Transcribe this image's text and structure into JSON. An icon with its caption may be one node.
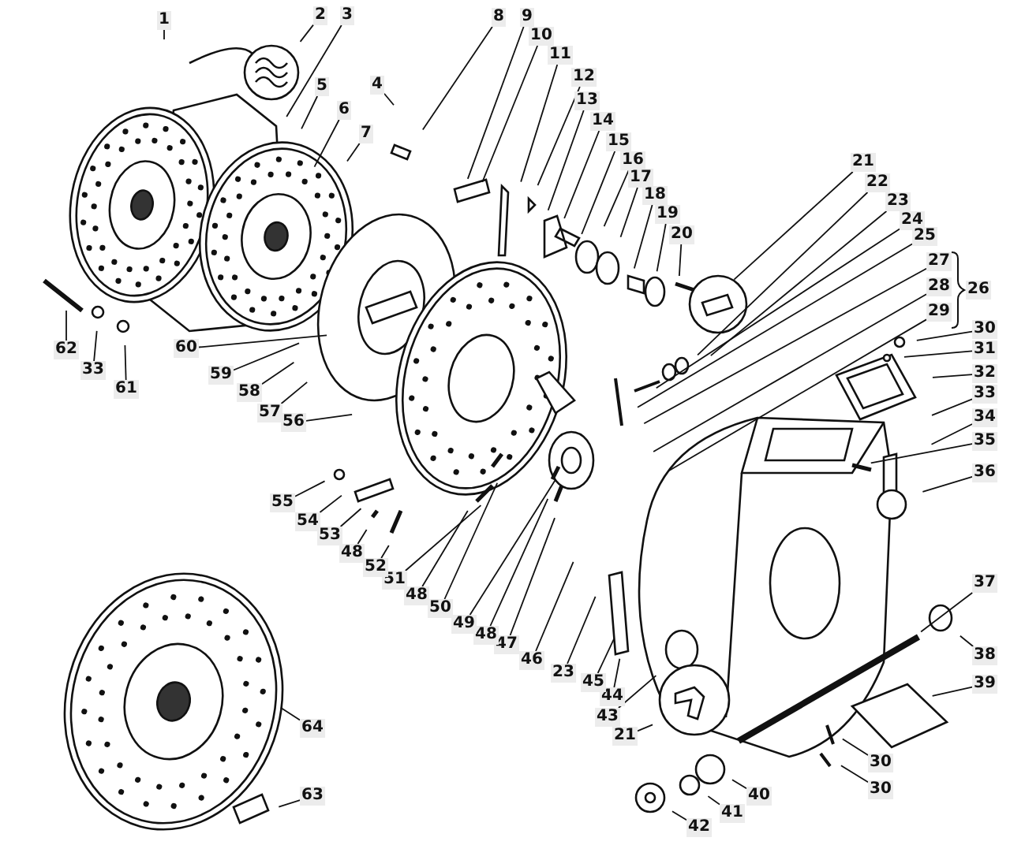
{
  "diagram": {
    "nodes": [
      {
        "text": [
          "1"
        ]
      },
      {
        "text": [
          "2"
        ]
      },
      {
        "text": [
          "3"
        ]
      },
      {
        "text": [
          "4"
        ]
      },
      {
        "text": [
          "5"
        ]
      },
      {
        "text": [
          "6"
        ]
      },
      {
        "text": [
          "7"
        ]
      },
      {
        "text": [
          "8"
        ]
      },
      {
        "text": [
          "9"
        ]
      },
      {
        "text": [
          "10"
        ]
      },
      {
        "text": [
          "11"
        ]
      },
      {
        "text": [
          "12"
        ]
      },
      {
        "text": [
          "13"
        ]
      },
      {
        "text": [
          "14"
        ]
      },
      {
        "text": [
          "15"
        ]
      },
      {
        "text": [
          "16"
        ]
      },
      {
        "text": [
          "17"
        ]
      },
      {
        "text": [
          "18"
        ]
      },
      {
        "text": [
          "19"
        ]
      },
      {
        "text": [
          "20"
        ]
      },
      {
        "text": [
          "21"
        ]
      },
      {
        "text": [
          "22"
        ]
      },
      {
        "text": [
          "23"
        ]
      },
      {
        "text": [
          "24"
        ]
      },
      {
        "text": [
          "25"
        ]
      },
      {
        "text": [
          "27"
        ]
      },
      {
        "text": [
          "28"
        ]
      },
      {
        "text": [
          "29"
        ]
      },
      {
        "text": [
          "26"
        ]
      },
      {
        "text": [
          "30"
        ]
      },
      {
        "text": [
          "31"
        ]
      },
      {
        "text": [
          "32"
        ]
      },
      {
        "text": [
          "33"
        ]
      },
      {
        "text": [
          "34"
        ]
      },
      {
        "text": [
          "35"
        ]
      },
      {
        "text": [
          "36"
        ]
      },
      {
        "text": [
          "37"
        ]
      },
      {
        "text": [
          "38"
        ]
      },
      {
        "text": [
          "39"
        ]
      },
      {
        "text": [
          "30"
        ]
      },
      {
        "text": [
          "30"
        ]
      },
      {
        "text": [
          "40"
        ]
      },
      {
        "text": [
          "41"
        ]
      },
      {
        "text": [
          "42"
        ]
      },
      {
        "text": [
          "43"
        ]
      },
      {
        "text": [
          "21"
        ]
      },
      {
        "text": [
          "44"
        ]
      },
      {
        "text": [
          "45"
        ]
      },
      {
        "text": [
          "23"
        ]
      },
      {
        "text": [
          "46"
        ]
      },
      {
        "text": [
          "47"
        ]
      },
      {
        "text": [
          "48"
        ]
      },
      {
        "text": [
          "49"
        ]
      },
      {
        "text": [
          "50"
        ]
      },
      {
        "text": [
          "48"
        ]
      },
      {
        "text": [
          "51"
        ]
      },
      {
        "text": [
          "52"
        ]
      },
      {
        "text": [
          "48"
        ]
      },
      {
        "text": [
          "53"
        ]
      },
      {
        "text": [
          "54"
        ]
      },
      {
        "text": [
          "55"
        ]
      },
      {
        "text": [
          "56"
        ]
      },
      {
        "text": [
          "57"
        ]
      },
      {
        "text": [
          "58"
        ]
      },
      {
        "text": [
          "59"
        ]
      },
      {
        "text": [
          "60"
        ]
      },
      {
        "text": [
          "61"
        ]
      },
      {
        "text": [
          "33"
        ]
      },
      {
        "text": [
          "62"
        ]
      },
      {
        "text": [
          "63"
        ]
      },
      {
        "text": [
          "64"
        ]
      }
    ],
    "edges": [
      {
        "from": 0,
        "to": null,
        "arrow": "none"
      },
      {
        "from": 1,
        "to": null,
        "arrow": "none"
      },
      {
        "from": 2,
        "to": null,
        "arrow": "none"
      },
      {
        "from": 3,
        "to": null,
        "arrow": "none"
      },
      {
        "from": 4,
        "to": null,
        "arrow": "none"
      },
      {
        "from": 5,
        "to": null,
        "arrow": "none"
      },
      {
        "from": 6,
        "to": null,
        "arrow": "none"
      },
      {
        "from": 7,
        "to": null,
        "arrow": "none"
      },
      {
        "from": 8,
        "to": null,
        "arrow": "none"
      },
      {
        "from": 9,
        "to": null,
        "arrow": "none"
      },
      {
        "from": 10,
        "to": null,
        "arrow": "none"
      },
      {
        "from": 11,
        "to": null,
        "arrow": "none"
      },
      {
        "from": 12,
        "to": null,
        "arrow": "none"
      },
      {
        "from": 13,
        "to": null,
        "arrow": "none"
      },
      {
        "from": 14,
        "to": null,
        "arrow": "none"
      },
      {
        "from": 15,
        "to": null,
        "arrow": "none"
      },
      {
        "from": 16,
        "to": null,
        "arrow": "none"
      },
      {
        "from": 17,
        "to": null,
        "arrow": "none"
      },
      {
        "from": 18,
        "to": null,
        "arrow": "none"
      },
      {
        "from": 19,
        "to": null,
        "arrow": "none"
      },
      {
        "from": 20,
        "to": null,
        "arrow": "none"
      },
      {
        "from": 21,
        "to": null,
        "arrow": "none"
      },
      {
        "from": 22,
        "to": null,
        "arrow": "none"
      },
      {
        "from": 23,
        "to": null,
        "arrow": "none"
      },
      {
        "from": 24,
        "to": null,
        "arrow": "none"
      },
      {
        "from": 25,
        "to": null,
        "arrow": "none"
      },
      {
        "from": 26,
        "to": null,
        "arrow": "none"
      },
      {
        "from": 27,
        "to": null,
        "arrow": "none"
      },
      {
        "from": 29,
        "to": null,
        "arrow": "none"
      },
      {
        "from": 30,
        "to": null,
        "arrow": "none"
      },
      {
        "from": 31,
        "to": null,
        "arrow": "none"
      },
      {
        "from": 32,
        "to": null,
        "arrow": "none"
      },
      {
        "from": 33,
        "to": null,
        "arrow": "none"
      },
      {
        "from": 34,
        "to": null,
        "arrow": "none"
      },
      {
        "from": 35,
        "to": null,
        "arrow": "none"
      },
      {
        "from": 36,
        "to": null,
        "arrow": "none"
      },
      {
        "from": 37,
        "to": null,
        "arrow": "none"
      },
      {
        "from": 38,
        "to": null,
        "arrow": "none"
      },
      {
        "from": 39,
        "to": null,
        "arrow": "none"
      },
      {
        "from": 40,
        "to": null,
        "arrow": "none"
      },
      {
        "from": 41,
        "to": null,
        "arrow": "none"
      },
      {
        "from": 42,
        "to": null,
        "arrow": "none"
      },
      {
        "from": 43,
        "to": null,
        "arrow": "none"
      },
      {
        "from": 44,
        "to": null,
        "arrow": "none"
      },
      {
        "from": 45,
        "to": null,
        "arrow": "none"
      },
      {
        "from": 46,
        "to": null,
        "arrow": "none"
      },
      {
        "from": 47,
        "to": null,
        "arrow": "none"
      },
      {
        "from": 48,
        "to": null,
        "arrow": "none"
      },
      {
        "from": 49,
        "to": null,
        "arrow": "none"
      },
      {
        "from": 50,
        "to": null,
        "arrow": "none"
      },
      {
        "from": 51,
        "to": null,
        "arrow": "none"
      },
      {
        "from": 52,
        "to": null,
        "arrow": "none"
      },
      {
        "from": 53,
        "to": null,
        "arrow": "none"
      },
      {
        "from": 54,
        "to": null,
        "arrow": "none"
      },
      {
        "from": 55,
        "to": null,
        "arrow": "none"
      },
      {
        "from": 56,
        "to": null,
        "arrow": "none"
      },
      {
        "from": 57,
        "to": null,
        "arrow": "none"
      },
      {
        "from": 58,
        "to": null,
        "arrow": "none"
      },
      {
        "from": 59,
        "to": null,
        "arrow": "none"
      },
      {
        "from": 60,
        "to": null,
        "arrow": "none"
      },
      {
        "from": 61,
        "to": null,
        "arrow": "none"
      },
      {
        "from": 62,
        "to": null,
        "arrow": "none"
      },
      {
        "from": 63,
        "to": null,
        "arrow": "none"
      },
      {
        "from": 64,
        "to": null,
        "arrow": "none"
      },
      {
        "from": 65,
        "to": null,
        "arrow": "none"
      },
      {
        "from": 66,
        "to": null,
        "arrow": "none"
      },
      {
        "from": 67,
        "to": null,
        "arrow": "none"
      },
      {
        "from": 68,
        "to": null,
        "arrow": "none"
      },
      {
        "from": 69,
        "to": null,
        "arrow": "none"
      },
      {
        "from": 70,
        "to": null,
        "arrow": "none"
      }
    ]
  }
}
